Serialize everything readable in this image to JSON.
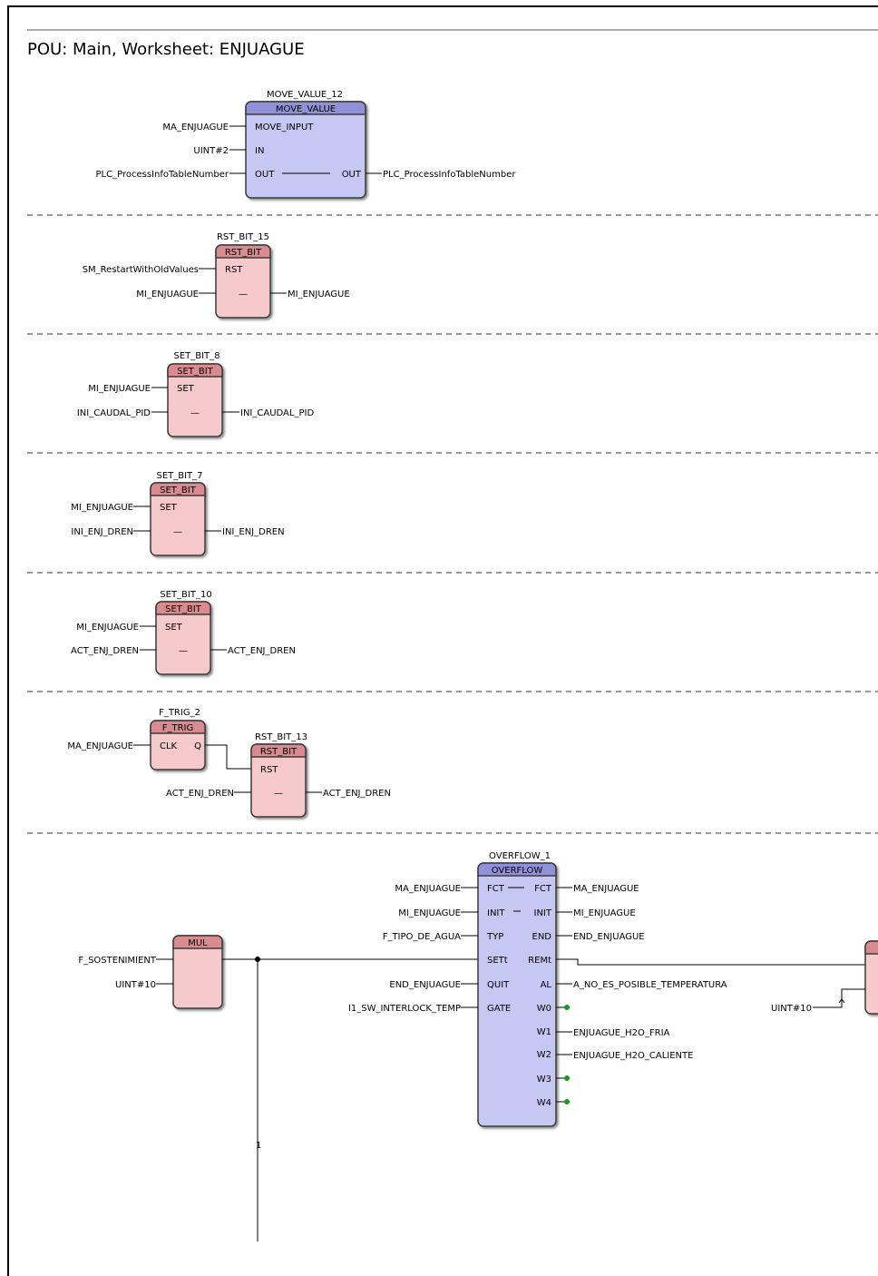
{
  "page": {
    "title": "POU: Main, Worksheet: ENJUAGUE"
  },
  "rungs": [
    {
      "blocks": [
        {
          "instance": "MOVE_VALUE_12",
          "type": "MOVE_VALUE",
          "kind": "blue",
          "pins_left": [
            "MOVE_INPUT",
            "IN",
            "OUT"
          ],
          "pins_right": [
            "",
            "",
            "OUT"
          ],
          "inputs": [
            "MA_ENJUAGUE",
            "UINT#2",
            "PLC_ProcessInfoTableNumber"
          ],
          "outputs": [
            "",
            "",
            "PLC_ProcessInfoTableNumber"
          ]
        }
      ]
    },
    {
      "blocks": [
        {
          "instance": "RST_BIT_15",
          "type": "RST_BIT",
          "kind": "red",
          "pins_left": [
            "RST",
            "—"
          ],
          "pins_right": [
            "",
            ""
          ],
          "inputs": [
            "SM_RestartWithOldValues",
            "MI_ENJUAGUE"
          ],
          "outputs": [
            "",
            "MI_ENJUAGUE"
          ]
        }
      ]
    },
    {
      "blocks": [
        {
          "instance": "SET_BIT_8",
          "type": "SET_BIT",
          "kind": "red",
          "pins_left": [
            "SET",
            "—"
          ],
          "pins_right": [
            "",
            ""
          ],
          "inputs": [
            "MI_ENJUAGUE",
            "INI_CAUDAL_PID"
          ],
          "outputs": [
            "",
            "INI_CAUDAL_PID"
          ]
        }
      ]
    },
    {
      "blocks": [
        {
          "instance": "SET_BIT_7",
          "type": "SET_BIT",
          "kind": "red",
          "pins_left": [
            "SET",
            "—"
          ],
          "pins_right": [
            "",
            ""
          ],
          "inputs": [
            "MI_ENJUAGUE",
            "INI_ENJ_DREN"
          ],
          "outputs": [
            "",
            "INI_ENJ_DREN"
          ]
        }
      ]
    },
    {
      "blocks": [
        {
          "instance": "SET_BIT_10",
          "type": "SET_BIT",
          "kind": "red",
          "pins_left": [
            "SET",
            "—"
          ],
          "pins_right": [
            "",
            ""
          ],
          "inputs": [
            "MI_ENJUAGUE",
            "ACT_ENJ_DREN"
          ],
          "outputs": [
            "",
            "ACT_ENJ_DREN"
          ]
        }
      ]
    },
    {
      "blocks": [
        {
          "instance": "F_TRIG_2",
          "type": "F_TRIG",
          "kind": "red",
          "pins_left": [
            "CLK"
          ],
          "pins_right": [
            "Q"
          ],
          "inputs": [
            "MA_ENJUAGUE"
          ],
          "outputs": [
            ""
          ]
        },
        {
          "instance": "RST_BIT_13",
          "type": "RST_BIT",
          "kind": "red",
          "pins_left": [
            "RST",
            "—"
          ],
          "pins_right": [
            "",
            ""
          ],
          "inputs": [
            "",
            "ACT_ENJ_DREN"
          ],
          "outputs": [
            "",
            "ACT_ENJ_DREN"
          ]
        }
      ]
    },
    {
      "blocks": [
        {
          "instance": "",
          "type": "MUL",
          "kind": "red",
          "pins_left": [
            "",
            ""
          ],
          "pins_right": [
            ""
          ],
          "inputs": [
            "F_SOSTENIMIENT",
            "UINT#10"
          ],
          "outputs": [
            ""
          ]
        },
        {
          "instance": "OVERFLOW_1",
          "type": "OVERFLOW",
          "kind": "blue",
          "pins_left": [
            "FCT",
            "INIT",
            "TYP",
            "SETt",
            "QUIT",
            "GATE"
          ],
          "pins_right": [
            "FCT",
            "INIT",
            "END",
            "REMt",
            "AL",
            "W0",
            "W1",
            "W2",
            "W3",
            "W4"
          ],
          "inputs": [
            "MA_ENJUAGUE",
            "MI_ENJUAGUE",
            "F_TIPO_DE_AGUA",
            "",
            "END_ENJUAGUE",
            "I1_SW_INTERLOCK_TEMP"
          ],
          "outputs": [
            "MA_ENJUAGUE",
            "MI_ENJUAGUE",
            "END_ENJUAGUE",
            "",
            "A_NO_ES_POSIBLE_TEMPERATURA",
            "",
            "ENJUAGUE_H2O_FRIA",
            "ENJUAGUE_H2O_CALIENTE",
            "",
            ""
          ]
        }
      ],
      "extra_input": "UINT#10",
      "line_marker": "1"
    }
  ],
  "colors": {
    "blue_fill": "#c6c8f4",
    "blue_header": "#8f92d8",
    "red_fill": "#f6c9cb",
    "red_header": "#d98b8f",
    "green_pin": "#1a9a1a"
  }
}
